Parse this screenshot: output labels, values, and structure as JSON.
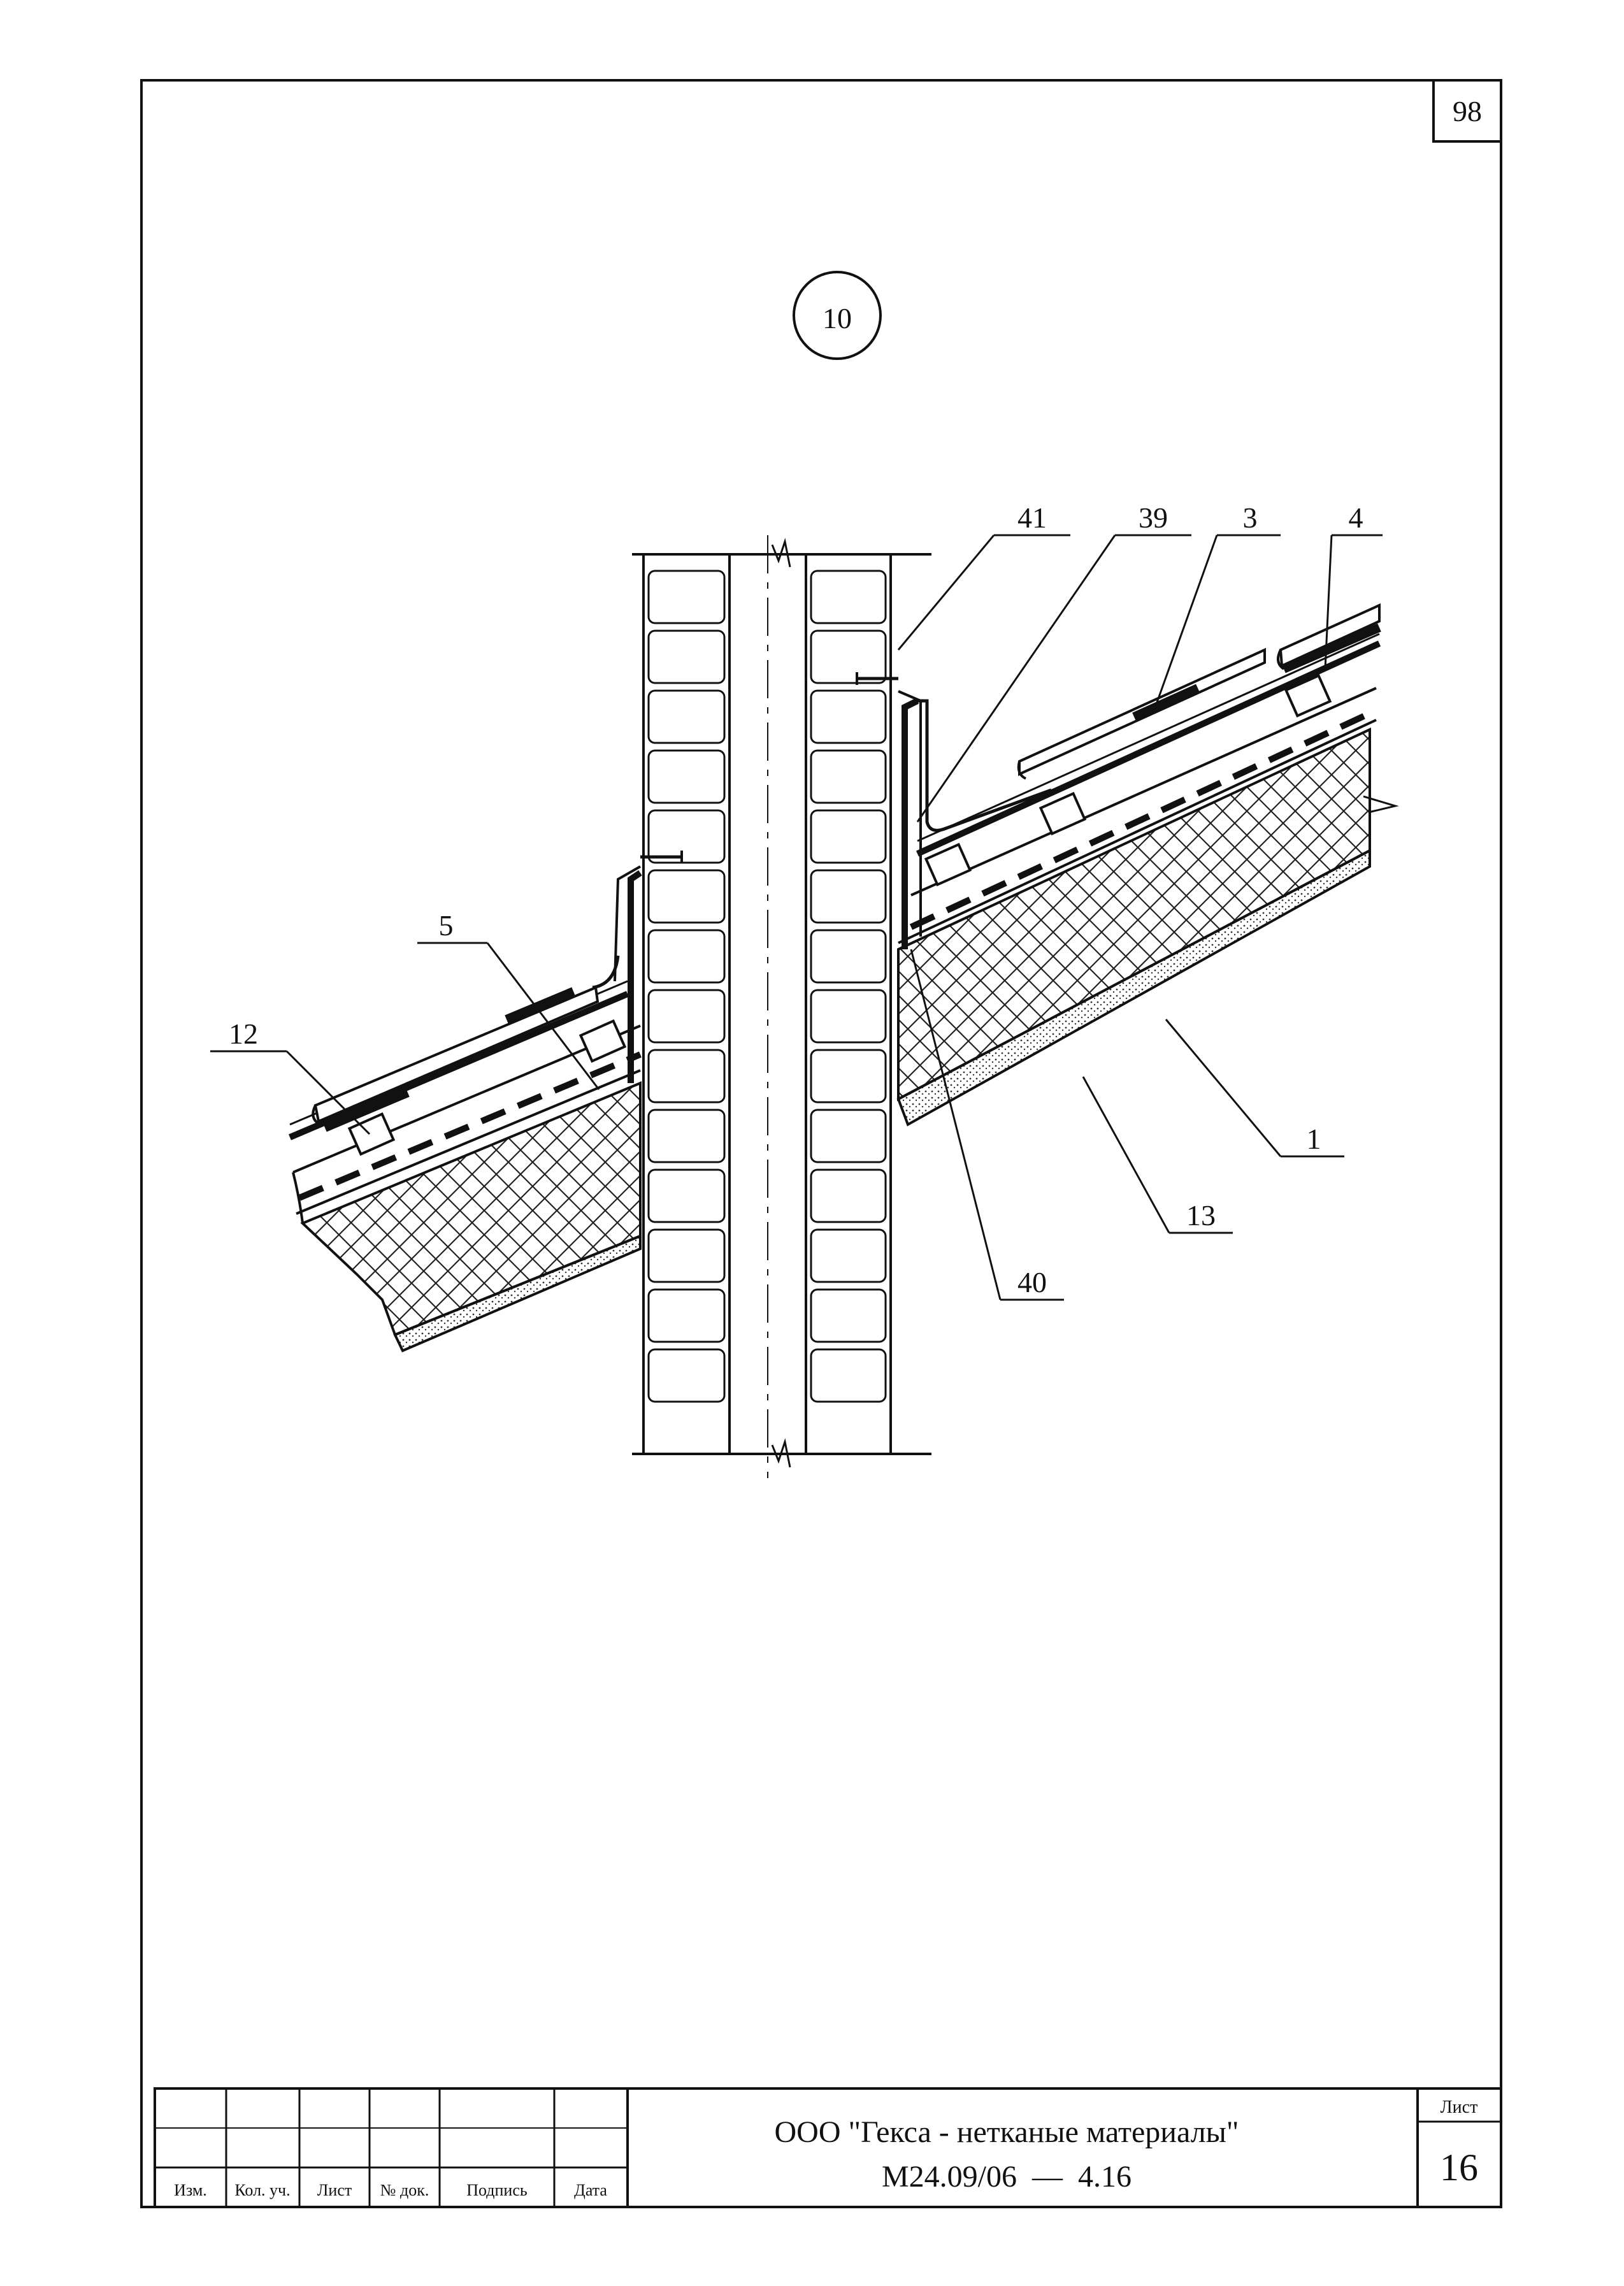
{
  "sheet": {
    "corner_number": "98",
    "detail_number": "10",
    "leaders": [
      {
        "id": "41",
        "text": "41"
      },
      {
        "id": "39",
        "text": "39"
      },
      {
        "id": "3",
        "text": "3"
      },
      {
        "id": "4",
        "text": "4"
      },
      {
        "id": "5",
        "text": "5"
      },
      {
        "id": "12",
        "text": "12"
      },
      {
        "id": "1",
        "text": "1"
      },
      {
        "id": "13",
        "text": "13"
      },
      {
        "id": "40",
        "text": "40"
      }
    ]
  },
  "title_block": {
    "columns": {
      "izm": "Изм.",
      "kol_uch": "Кол. уч.",
      "list": "Лист",
      "n_dok": "№ док.",
      "podpis": "Подпись",
      "data": "Дата"
    },
    "organization": "ООО \"Гекса - нетканые материалы\"",
    "document_code": "М24.09/06  —  4.16",
    "sheet_label": "Лист",
    "sheet_number": "16"
  }
}
